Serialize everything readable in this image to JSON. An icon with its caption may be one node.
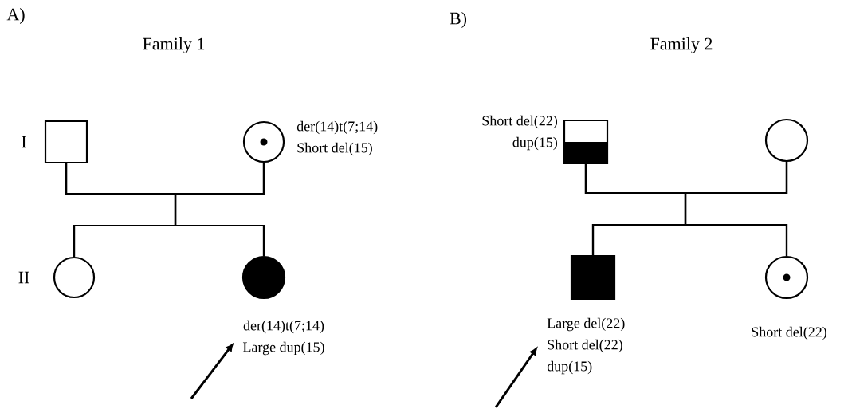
{
  "diagram": {
    "nodes": [
      {
        "text": [],
        "shape": "box"
      },
      {
        "text": [],
        "shape": "circle",
        "beside": [
          "der(14)t(7;14)",
          "Short del(15)"
        ]
      },
      {
        "text": [],
        "shape": "circle"
      },
      {
        "text": [],
        "shape": "circle",
        "beside": [
          "der(14)t(7;14)",
          "Large dup(15)"
        ]
      },
      {
        "text": [],
        "shape": "box",
        "beside": [
          "Short del(22)",
          "dup(15)"
        ]
      },
      {
        "text": [],
        "shape": "circle"
      },
      {
        "text": [],
        "shape": "box",
        "beside": [
          "Large del(22)",
          "Short del(22)",
          "dup(15)"
        ]
      },
      {
        "text": [],
        "shape": "circle",
        "beside": [
          "Short del(22)"
        ]
      }
    ],
    "edges": [
      {
        "from": 0,
        "to": 1,
        "arrow": "none"
      },
      {
        "from": 0,
        "to": 2,
        "arrow": "none"
      },
      {
        "from": 1,
        "to": 2,
        "arrow": "none"
      },
      {
        "from": 0,
        "to": 3,
        "arrow": "none"
      },
      {
        "from": 1,
        "to": 3,
        "arrow": "none"
      },
      {
        "from": null,
        "to": 3,
        "arrow": "to"
      },
      {
        "from": 4,
        "to": 5,
        "arrow": "none"
      },
      {
        "from": 4,
        "to": 6,
        "arrow": "none"
      },
      {
        "from": 5,
        "to": 6,
        "arrow": "none"
      },
      {
        "from": 4,
        "to": 7,
        "arrow": "none"
      },
      {
        "from": 5,
        "to": 7,
        "arrow": "none"
      },
      {
        "from": null,
        "to": 6,
        "arrow": "to"
      }
    ],
    "labels": [
      "A)",
      "B)",
      "Family 1",
      "Family 2",
      "I",
      "II"
    ]
  }
}
